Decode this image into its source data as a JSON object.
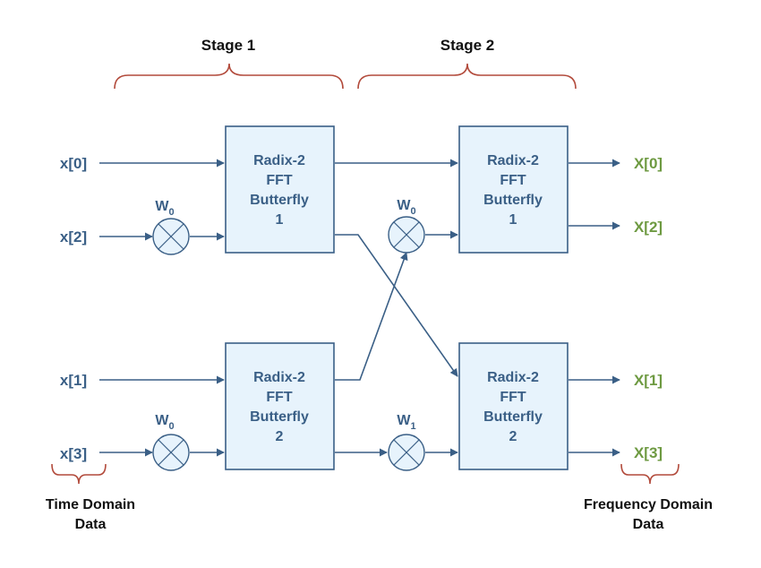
{
  "stages": [
    "Stage 1",
    "Stage 2"
  ],
  "inputs": [
    "x[0]",
    "x[2]",
    "x[1]",
    "x[3]"
  ],
  "outputs": [
    "X[0]",
    "X[2]",
    "X[1]",
    "X[3]"
  ],
  "butterflies": {
    "s1b1": [
      "Radix-2",
      "FFT",
      "Butterfly",
      "1"
    ],
    "s1b2": [
      "Radix-2",
      "FFT",
      "Butterfly",
      "2"
    ],
    "s2b1": [
      "Radix-2",
      "FFT",
      "Butterfly",
      "1"
    ],
    "s2b2": [
      "Radix-2",
      "FFT",
      "Butterfly",
      "2"
    ]
  },
  "twiddles": {
    "t1": {
      "base": "W",
      "sub": "0"
    },
    "t2": {
      "base": "W",
      "sub": "0"
    },
    "t3": {
      "base": "W",
      "sub": "0"
    },
    "t4": {
      "base": "W",
      "sub": "1"
    }
  },
  "captions": {
    "time": [
      "Time Domain",
      "Data"
    ],
    "freq": [
      "Frequency Domain",
      "Data"
    ]
  },
  "colors": {
    "wire": "#3a5f86",
    "box_fill": "#e7f3fc",
    "output_text": "#6e9a42",
    "brace": "#b24a3b"
  }
}
